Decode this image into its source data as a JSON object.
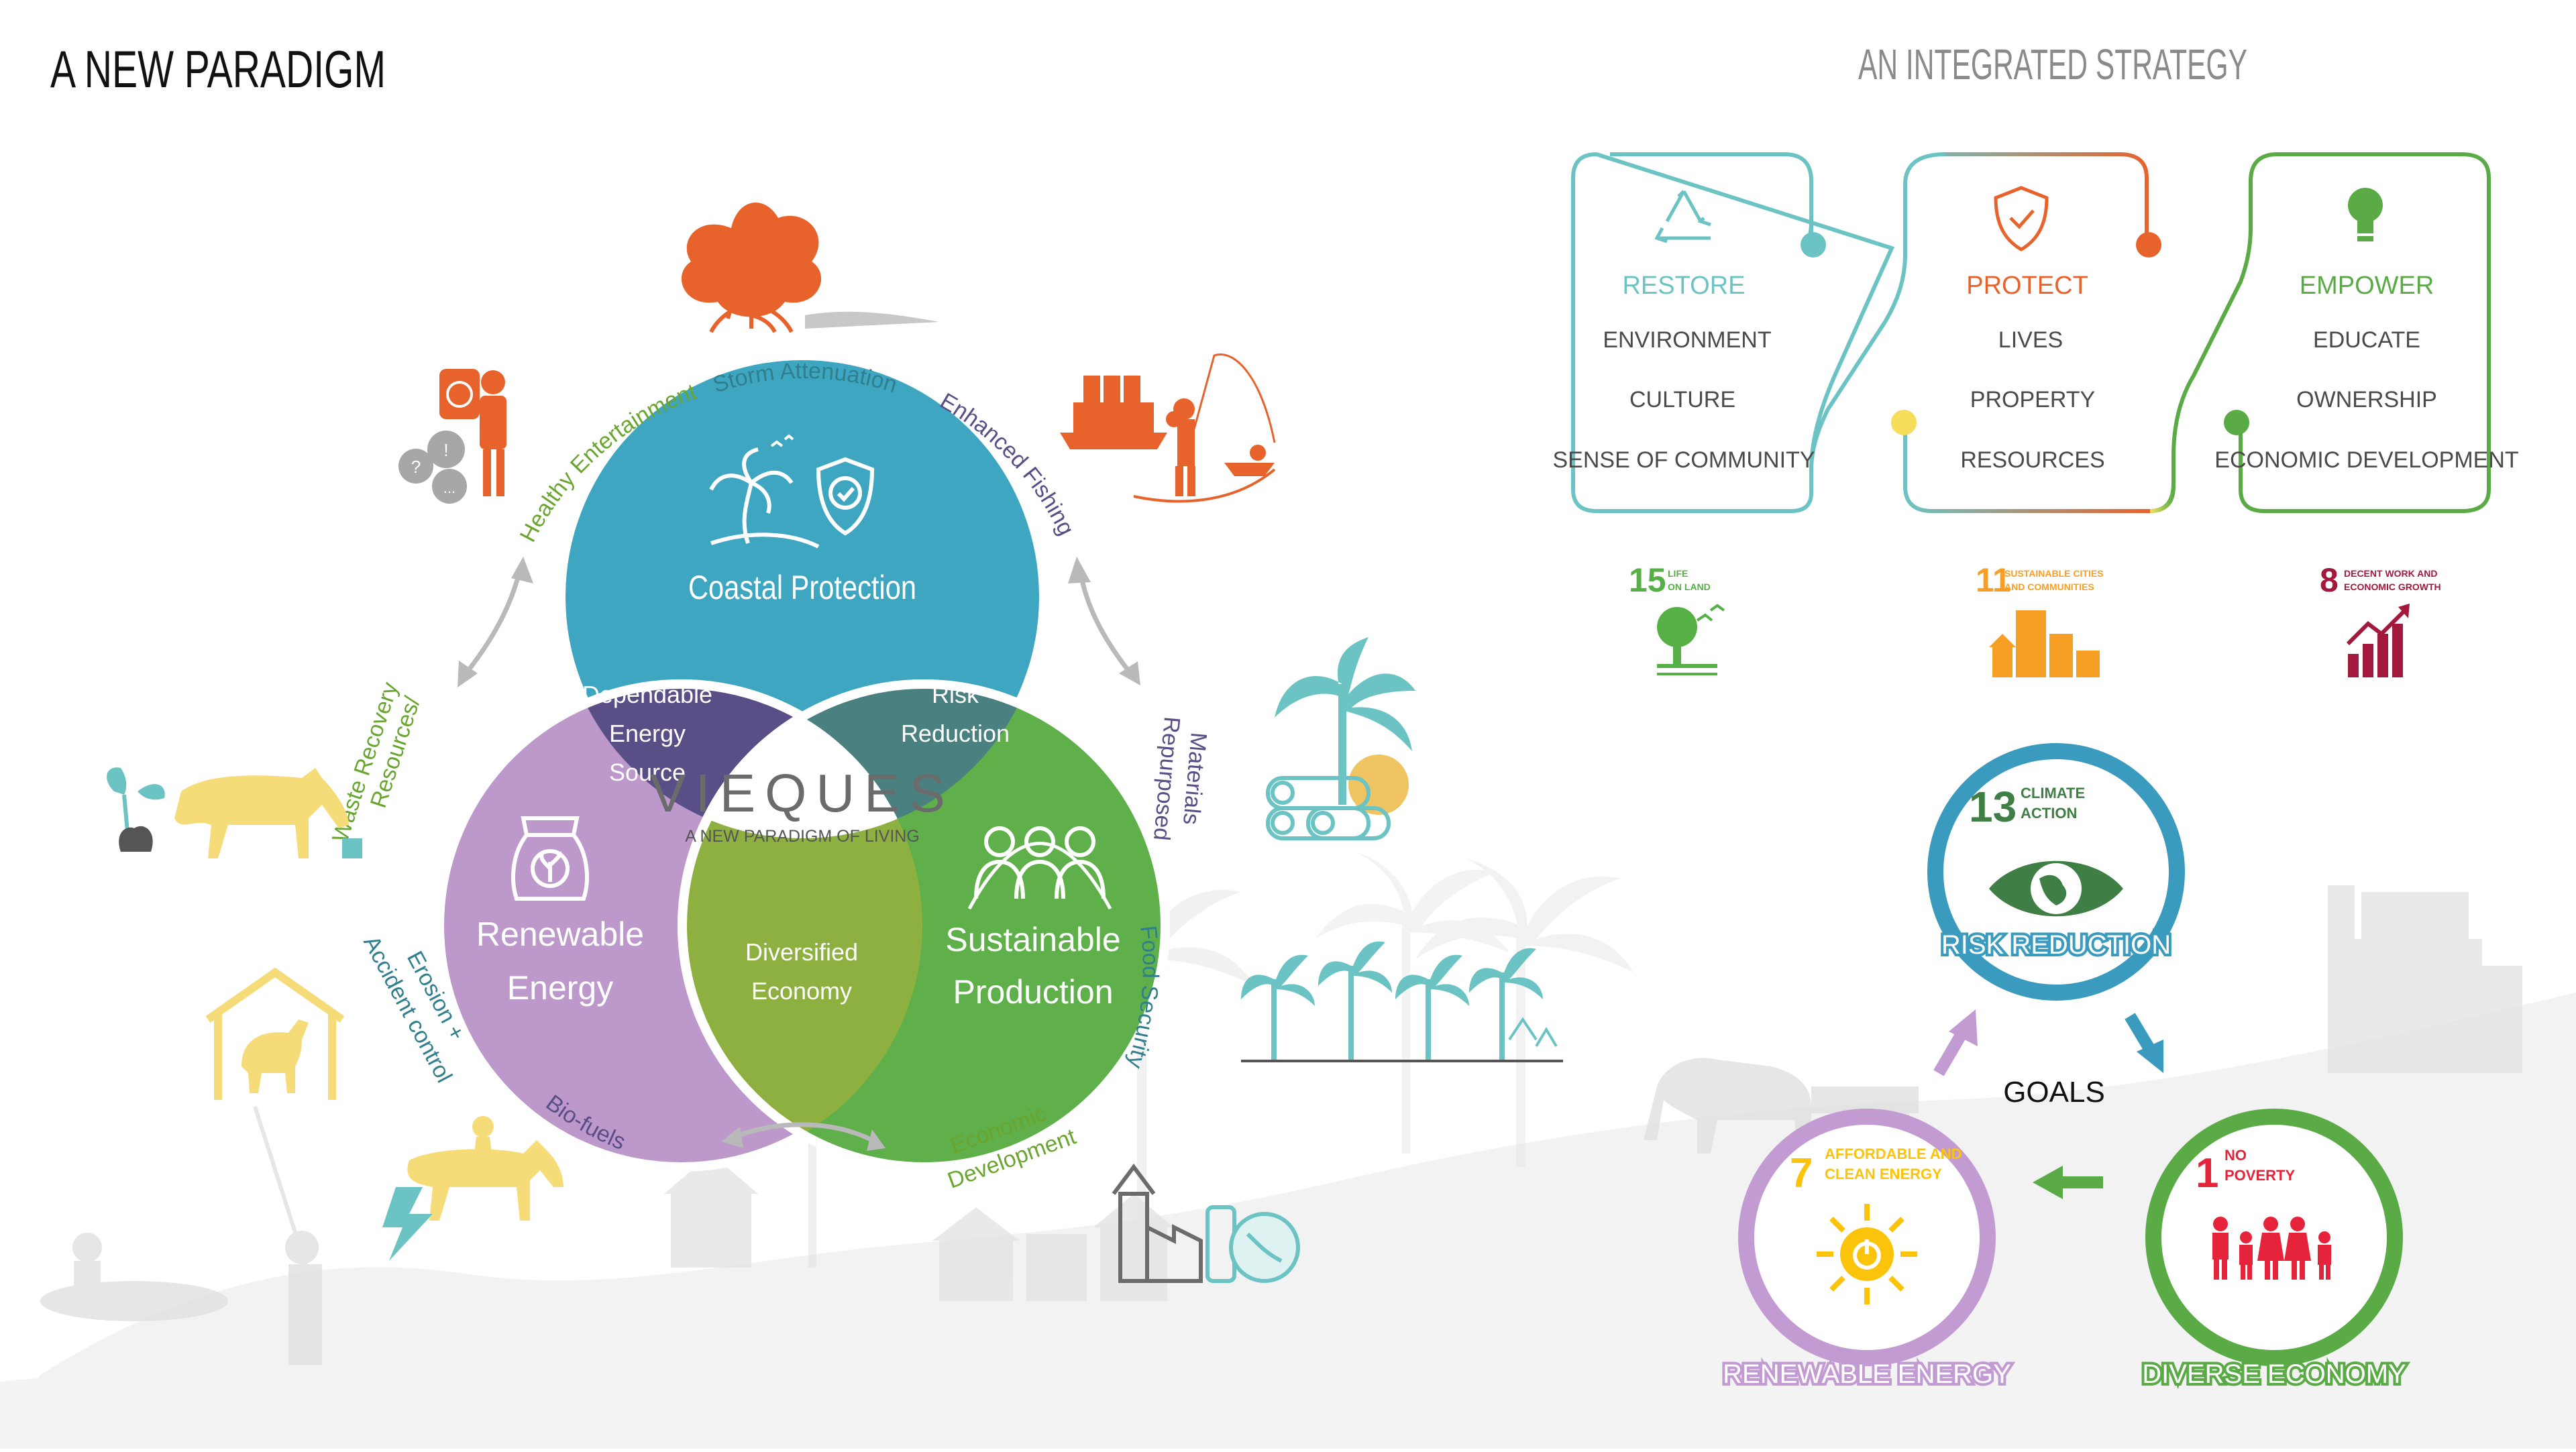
{
  "page": {
    "title_left": "A NEW PARADIGM",
    "title_right": "AN INTEGRATED STRATEGY"
  },
  "venn": {
    "center_title": "VIEQUES",
    "center_subtitle": "A NEW PARADIGM OF LIVING",
    "circles": {
      "coastal": "Coastal Protection",
      "renewable_1": "Renewable",
      "renewable_2": "Energy",
      "production_1": "Sustainable",
      "production_2": "Production"
    },
    "overlaps": {
      "energy_1": "Dependable",
      "energy_2": "Energy",
      "energy_3": "Source",
      "risk_1": "Risk",
      "risk_2": "Reduction",
      "economy_1": "Diversified",
      "economy_2": "Economy"
    },
    "ring_labels": {
      "storm": "Storm Attenuation",
      "fishing": "Enhanced Fishing",
      "entertainment": "Healthy Entertainment",
      "waste_1": "Waste Recovery",
      "waste_2": "Resources/",
      "erosion_1": "Erosion +",
      "erosion_2": "Accident control",
      "biofuels": "Bio-fuels",
      "repurposed_1": "Repurposed",
      "repurposed_2": "Materials",
      "food": "Food Security",
      "economic_1": "Economic",
      "economic_2": "Development"
    }
  },
  "strategy": {
    "cards": [
      {
        "title": "RESTORE",
        "items": [
          "ENVIRONMENT",
          "CULTURE",
          "SENSE OF COMMUNITY"
        ],
        "color": "#6cc3c3",
        "icon": "recycle-icon"
      },
      {
        "title": "PROTECT",
        "items": [
          "LIVES",
          "PROPERTY",
          "RESOURCES"
        ],
        "color": "#e8622c",
        "icon": "shield-check-icon"
      },
      {
        "title": "EMPOWER",
        "items": [
          "EDUCATE",
          "OWNERSHIP",
          "ECONOMIC DEVELOPMENT"
        ],
        "color": "#5aab46",
        "icon": "lightbulb-icon"
      }
    ],
    "sdgs": [
      {
        "num": "15",
        "line1": "LIFE",
        "line2": "ON LAND",
        "color": "#56b046"
      },
      {
        "num": "11",
        "line1": "SUSTAINABLE CITIES",
        "line2": "AND COMMUNITIES",
        "color": "#f69f24"
      },
      {
        "num": "8",
        "line1": "DECENT WORK AND",
        "line2": "ECONOMIC GROWTH",
        "color": "#a3193d"
      }
    ]
  },
  "goals": {
    "center": "GOALS",
    "nodes": [
      {
        "num": "13",
        "line1": "CLIMATE",
        "line2": "ACTION",
        "label": "RISK REDUCTION",
        "ring": "#3a9bbf",
        "numcolor": "#3f7e44"
      },
      {
        "num": "7",
        "line1": "AFFORDABLE AND",
        "line2": "CLEAN ENERGY",
        "label": "RENEWABLE ENERGY",
        "ring": "#c39bd3",
        "numcolor": "#fcc30b"
      },
      {
        "num": "1",
        "line1": "NO",
        "line2": "POVERTY",
        "label": "DIVERSE ECONOMY",
        "ring": "#5aab46",
        "numcolor": "#e5243b"
      }
    ]
  },
  "colors": {
    "coastal": "#3ea6c0",
    "renewable": "#bd98cb",
    "production": "#5fb04a",
    "energy_overlap": "#5a4e87",
    "risk_overlap": "#4b8080",
    "economy_overlap": "#8db040",
    "label_teal": "#2f7f8f",
    "label_green": "#6aa52f",
    "label_purple": "#5a4e87",
    "orange": "#e8622c",
    "yellow": "#f5dc78"
  }
}
